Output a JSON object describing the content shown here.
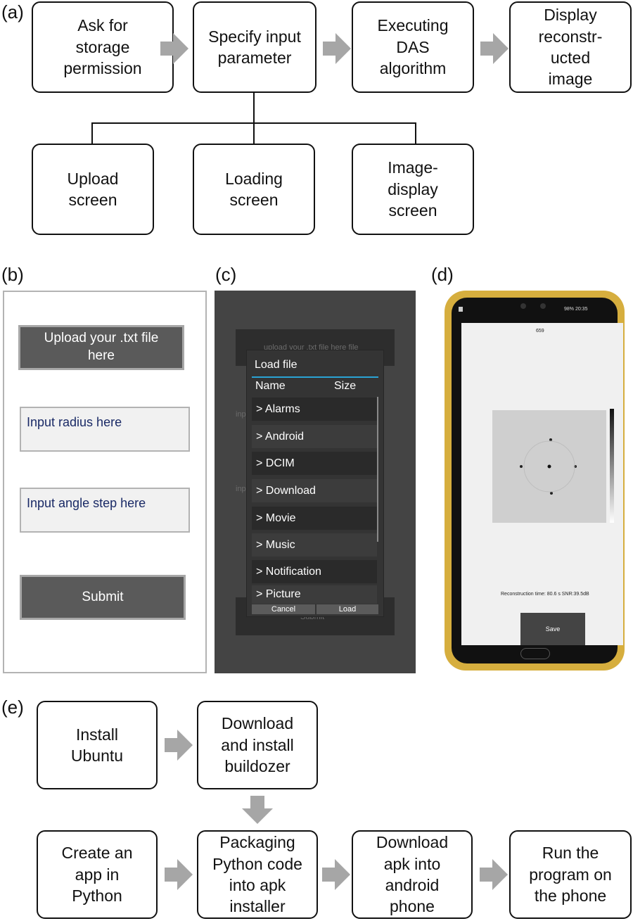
{
  "panel_a": {
    "label": "(a)",
    "top_row": [
      "Ask for\nstorage\npermission",
      "Specify input\nparameter",
      "Executing\nDAS\nalgorithm",
      "Display\nreconstr-\nucted\nimage"
    ],
    "sub_row": [
      "Upload\nscreen",
      "Loading\nscreen",
      "Image-\ndisplay\nscreen"
    ]
  },
  "panel_b": {
    "label": "(b)",
    "upload_button": "Upload your .txt file\nhere",
    "radius_placeholder": "Input radius here",
    "angle_placeholder": "Input angle step here",
    "submit_button": "Submit"
  },
  "panel_c": {
    "label": "(c)",
    "background_upload_text": "upload your .txt file here file",
    "background_input_1": "inp",
    "background_input_2": "inp",
    "background_submit": "Submit",
    "dialog_title": "Load file",
    "col_name": "Name",
    "col_size": "Size",
    "folders": [
      "> Alarms",
      "> Android",
      "> DCIM",
      "> Download",
      "> Movie",
      "> Music",
      "> Notification",
      "> Picture"
    ],
    "cancel": "Cancel",
    "load": "Load"
  },
  "panel_d": {
    "label": "(d)",
    "status_bar": "98%  20:35",
    "image_title": "659",
    "info_text": "Reconstruction time: 80.6 s SNR:39.5dB",
    "save_button": "Save"
  },
  "panel_e": {
    "label": "(e)",
    "boxes": [
      "Install\nUbuntu",
      "Download\nand install\nbuildozer",
      "Create an\napp in\nPython",
      "Packaging\nPython code\ninto apk\ninstaller",
      "Download\napk into\nandroid\nphone",
      "Run the\nprogram on\nthe phone"
    ]
  },
  "colors": {
    "arrow": "#a6a6a6",
    "box_border": "#111111",
    "dark_button": "#5a5a5a",
    "dialog_accent": "#2aa3d4",
    "phone_case": "#d6ae3e"
  }
}
